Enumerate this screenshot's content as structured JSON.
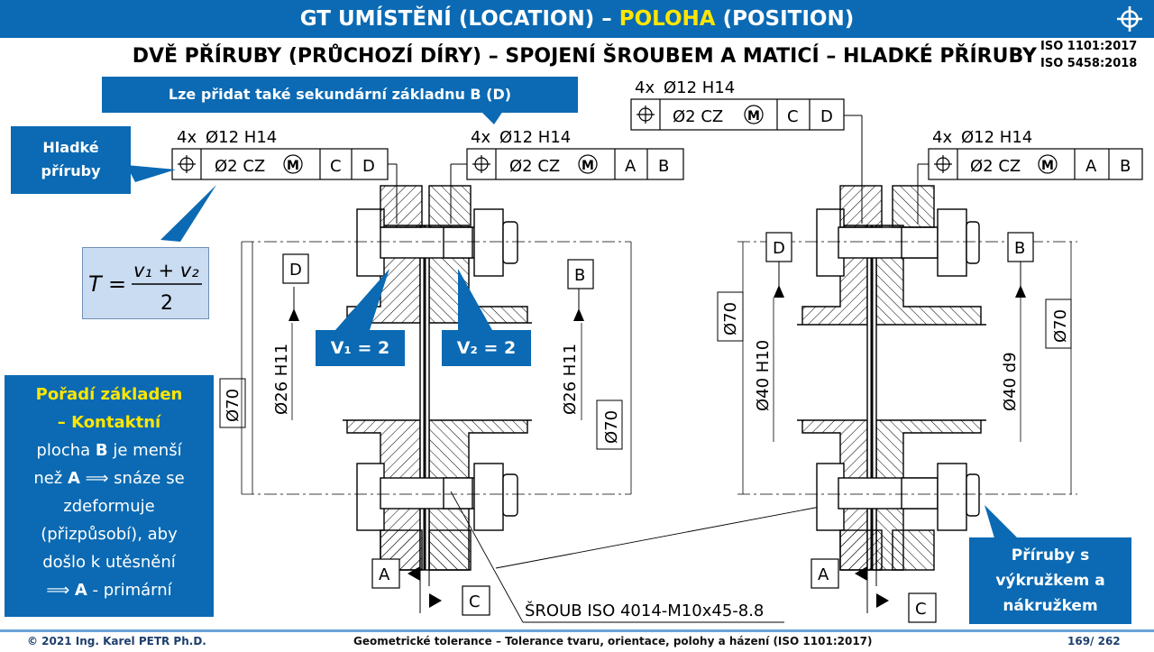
{
  "header": {
    "title_part1": "GT UMÍSTĚNÍ (LOCATION) – ",
    "title_highlight": "POLOHA",
    "title_part2": " (POSITION)",
    "subtitle": "DVĚ PŘÍRUBY (PRŮCHOZÍ DÍRY) – SPOJENÍ ŠROUBEM A MATICÍ – HLADKÉ PŘÍRUBY",
    "standard_1": "ISO 1101:2017",
    "standard_2": "ISO 5458:2018",
    "icon": "position-symbol-icon"
  },
  "callouts": {
    "secondary_datum": "Lze přidat také sekundární základnu B (D)",
    "smooth_flanges_line1": "Hladké",
    "smooth_flanges_line2": "příruby",
    "v1": "V₁ = 2",
    "v2": "V₂ = 2",
    "recess_line1": "Příruby s",
    "recess_line2": "výkružkem a",
    "recess_line3": "nákružkem"
  },
  "formula": {
    "lhs": "T",
    "num": "v₁ + v₂",
    "den": "2"
  },
  "order_box": {
    "line1": "Pořadí základen",
    "line2": "– Kontaktní",
    "line3a": "plocha ",
    "line3b": "B",
    "line3c": " je menší",
    "line4a": "než ",
    "line4b": "A",
    "line4c": " ⟹ snáze se",
    "line5": "zdeformuje",
    "line6": "(přizpůsobí), aby",
    "line7": "došlo k utěsnění",
    "line8a": "⟹ ",
    "line8b": "A",
    "line8c": " - primární"
  },
  "drawing": {
    "qty_label": "4x",
    "hole_dim": "Ø12 H14",
    "tolerance": "Ø2 CZ",
    "modifier": "M",
    "datum_a": "A",
    "datum_b": "B",
    "datum_c": "C",
    "datum_d": "D",
    "dim_bore_left": "Ø26 H11",
    "dim_bore_right": "Ø26 H11",
    "dim_outer": "Ø70",
    "dim_bore_h": "Ø40 H10",
    "dim_shaft_d": "Ø40 d9",
    "bolt_label": "ŠROUB ISO 4014-M10x45-8.8"
  },
  "footer": {
    "copyright": "© 2021 Ing. Karel PETR Ph.D.",
    "center": "Geometrické tolerance – Tolerance tvaru, orientace, polohy a házení (ISO 1101:2017)",
    "page": "169/ 262"
  }
}
